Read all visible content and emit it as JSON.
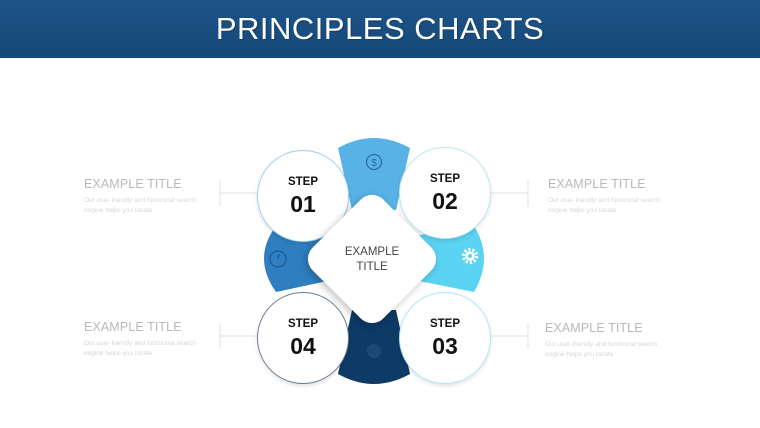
{
  "header": {
    "title": "PRINCIPLES CHARTS"
  },
  "center": {
    "line1": "EXAMPLE",
    "line2": "TITLE"
  },
  "steps": [
    {
      "label": "STEP",
      "number": "01"
    },
    {
      "label": "STEP",
      "number": "02"
    },
    {
      "label": "STEP",
      "number": "03"
    },
    {
      "label": "STEP",
      "number": "04"
    }
  ],
  "side_texts": [
    {
      "title": "EXAMPLE TITLE",
      "body": "Our user-friendly and functional search engine helps you locate"
    },
    {
      "title": "EXAMPLE TITLE",
      "body": "Our user-friendly and functional search engine helps you locate"
    },
    {
      "title": "EXAMPLE TITLE",
      "body": "Our user-friendly and functional search engine helps you locate"
    },
    {
      "title": "EXAMPLE TITLE",
      "body": "Our user-friendly and functional search engine helps you locate"
    }
  ],
  "petal_icons": [
    "dollar-icon",
    "gear-icon",
    "circle-icon",
    "clock-icon"
  ],
  "colors": {
    "header": "#1b5086",
    "petal_top": "#58b2e5",
    "petal_right": "#5bd3f2",
    "petal_bottom": "#0e3a66",
    "petal_left": "#2f7fc0",
    "step01_border": "#9fd0ee",
    "step02_border": "#bfe6f6",
    "step03_border": "#ade8f8",
    "step04_border": "#6b7e93"
  }
}
